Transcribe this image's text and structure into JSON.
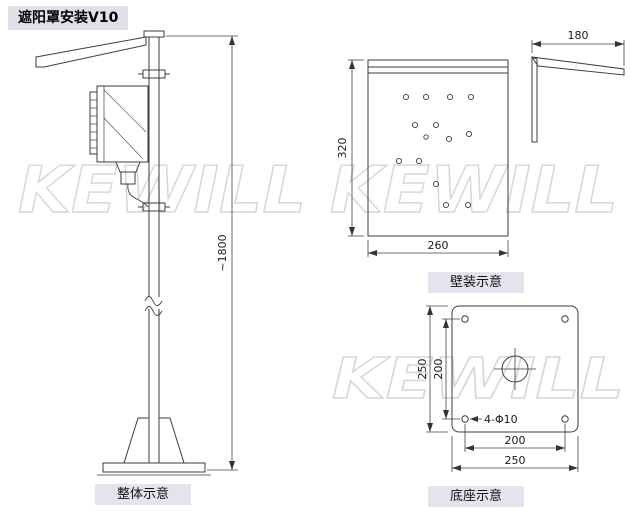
{
  "title": "遮阳罩安装V10",
  "watermark": {
    "text_double": "KEWILL KEWILL",
    "text_single": "KEWILL"
  },
  "views": {
    "overall": {
      "caption": "整体示意",
      "dims": {
        "height": "~1800"
      }
    },
    "wall": {
      "caption": "壁装示意",
      "dims": {
        "depth": "180",
        "height": "320",
        "width": "260"
      }
    },
    "base": {
      "caption": "底座示意",
      "dims": {
        "outer_height": "250",
        "hole_spacing_v": "200",
        "hole_spacing_h": "200",
        "outer_width": "250",
        "hole_note": "4-Φ10"
      }
    }
  },
  "colors": {
    "line": "#3d3d3d",
    "dimension_line": "#444444",
    "label_background": "#e4e4ef",
    "watermark": "#d7d7d7",
    "background": "#ffffff"
  }
}
